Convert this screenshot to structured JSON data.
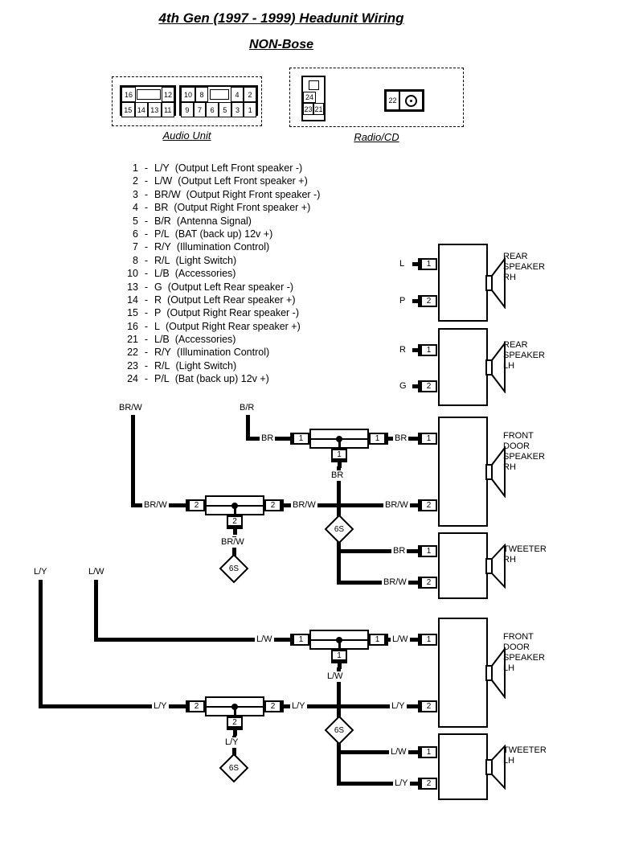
{
  "title": "4th Gen (1997 - 1999) Headunit Wiring",
  "subtitle": "NON-Bose",
  "sep": "-",
  "audio_unit": {
    "label": "Audio Unit",
    "left_top": [
      "16",
      "12"
    ],
    "left_bottom": [
      "15",
      "14",
      "13",
      "11"
    ],
    "right_top": [
      "10",
      "8",
      "4",
      "2"
    ],
    "right_bottom": [
      "9",
      "7",
      "6",
      "5",
      "3",
      "1"
    ]
  },
  "radio_cd": {
    "label": "Radio/CD",
    "pins": [
      "24",
      "23",
      "21",
      "22"
    ]
  },
  "pins": [
    {
      "num": "1",
      "wire": "L/Y",
      "desc": "(Output Left Front speaker -)"
    },
    {
      "num": "2",
      "wire": "L/W",
      "desc": "(Output Left Front speaker +)"
    },
    {
      "num": "3",
      "wire": "BR/W",
      "desc": "(Output Right Front speaker -)"
    },
    {
      "num": "4",
      "wire": "BR",
      "desc": "(Output Right Front speaker +)"
    },
    {
      "num": "5",
      "wire": "B/R",
      "desc": "(Antenna Signal)"
    },
    {
      "num": "6",
      "wire": "P/L",
      "desc": "(BAT (back up) 12v +)"
    },
    {
      "num": "7",
      "wire": "R/Y",
      "desc": "(Illumination Control)"
    },
    {
      "num": "8",
      "wire": "R/L",
      "desc": "(Light Switch)"
    },
    {
      "num": "10",
      "wire": "L/B",
      "desc": "(Accessories)"
    },
    {
      "num": "13",
      "wire": "G",
      "desc": "(Output Left Rear speaker -)"
    },
    {
      "num": "14",
      "wire": "R",
      "desc": "(Output Left Rear speaker +)"
    },
    {
      "num": "15",
      "wire": "P",
      "desc": "(Output Right Rear speaker -)"
    },
    {
      "num": "16",
      "wire": "L",
      "desc": "(Output Right Rear speaker +)"
    },
    {
      "num": "21",
      "wire": "L/B",
      "desc": "(Accessories)"
    },
    {
      "num": "22",
      "wire": "R/Y",
      "desc": "(Illumination Control)"
    },
    {
      "num": "23",
      "wire": "R/L",
      "desc": "(Light Switch)"
    },
    {
      "num": "24",
      "wire": "P/L",
      "desc": "(Bat (back up) 12v +)"
    }
  ],
  "wire_labels": {
    "brw": "BR/W",
    "br": "BR",
    "b_r": "B/R",
    "ly": "L/Y",
    "lw": "L/W",
    "l": "L",
    "p": "P",
    "r": "R",
    "g": "G",
    "splice": "6S"
  },
  "plug": {
    "p1": "1",
    "p2": "2"
  },
  "speakers": {
    "rear_rh": [
      "REAR",
      "SPEAKER",
      "RH"
    ],
    "rear_lh": [
      "REAR",
      "SPEAKER",
      "LH"
    ],
    "front_rh": [
      "FRONT",
      "DOOR",
      "SPEAKER",
      "RH"
    ],
    "front_lh": [
      "FRONT",
      "DOOR",
      "SPEAKER",
      "LH"
    ],
    "tweeter_rh": [
      "TWEETER",
      "RH"
    ],
    "tweeter_lh": [
      "TWEETER",
      "LH"
    ]
  }
}
